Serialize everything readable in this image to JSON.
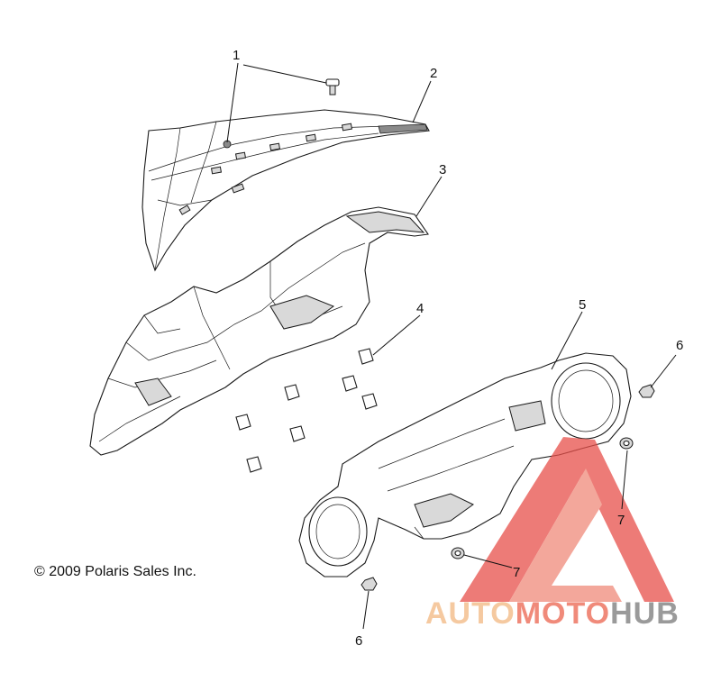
{
  "callouts": {
    "c1": "1",
    "c2": "2",
    "c3": "3",
    "c4": "4",
    "c5": "5",
    "c6a": "6",
    "c6b": "6",
    "c7a": "7",
    "c7b": "7"
  },
  "footer": {
    "copyright": "© 2009 Polaris Sales Inc."
  },
  "watermark": {
    "part1": "AUTO",
    "part2": "MOTO",
    "part3": "HUB",
    "color1": "#f5c9a0",
    "color2": "#f08a7a",
    "color3": "#9a9a9a",
    "logo_color": "#e8504a"
  }
}
